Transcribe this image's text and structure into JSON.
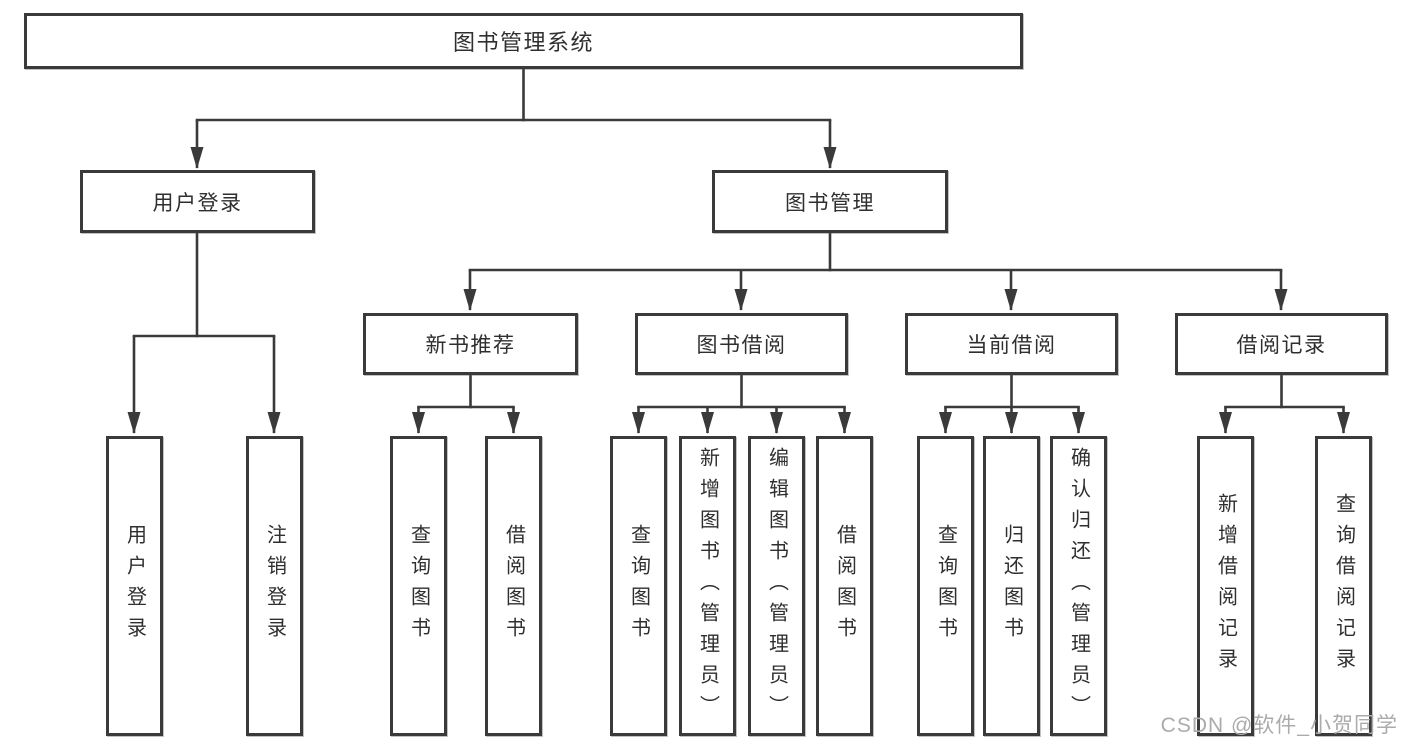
{
  "colors": {
    "line": "#3a3a3a",
    "box_border": "#3a3a3a",
    "text": "#2f2f2f",
    "watermark": "#aaabad",
    "background": "#ffffff"
  },
  "tree": {
    "root": "图书管理系统",
    "user_login": {
      "label": "用户登录",
      "children": [
        "用户登录",
        "注销登录"
      ]
    },
    "book_management": {
      "label": "图书管理",
      "groups": [
        {
          "label": "新书推荐",
          "children": [
            "查询图书",
            "借阅图书"
          ]
        },
        {
          "label": "图书借阅",
          "children": [
            "查询图书",
            "新增图书（管理员）",
            "编辑图书（管理员）",
            "借阅图书"
          ]
        },
        {
          "label": "当前借阅",
          "children": [
            "查询图书",
            "归还图书",
            "确认归还（管理员）"
          ]
        },
        {
          "label": "借阅记录",
          "children": [
            "新增借阅记录",
            "查询借阅记录"
          ]
        }
      ]
    }
  },
  "watermark": {
    "text": "CSDN @软件_小贺同学"
  }
}
